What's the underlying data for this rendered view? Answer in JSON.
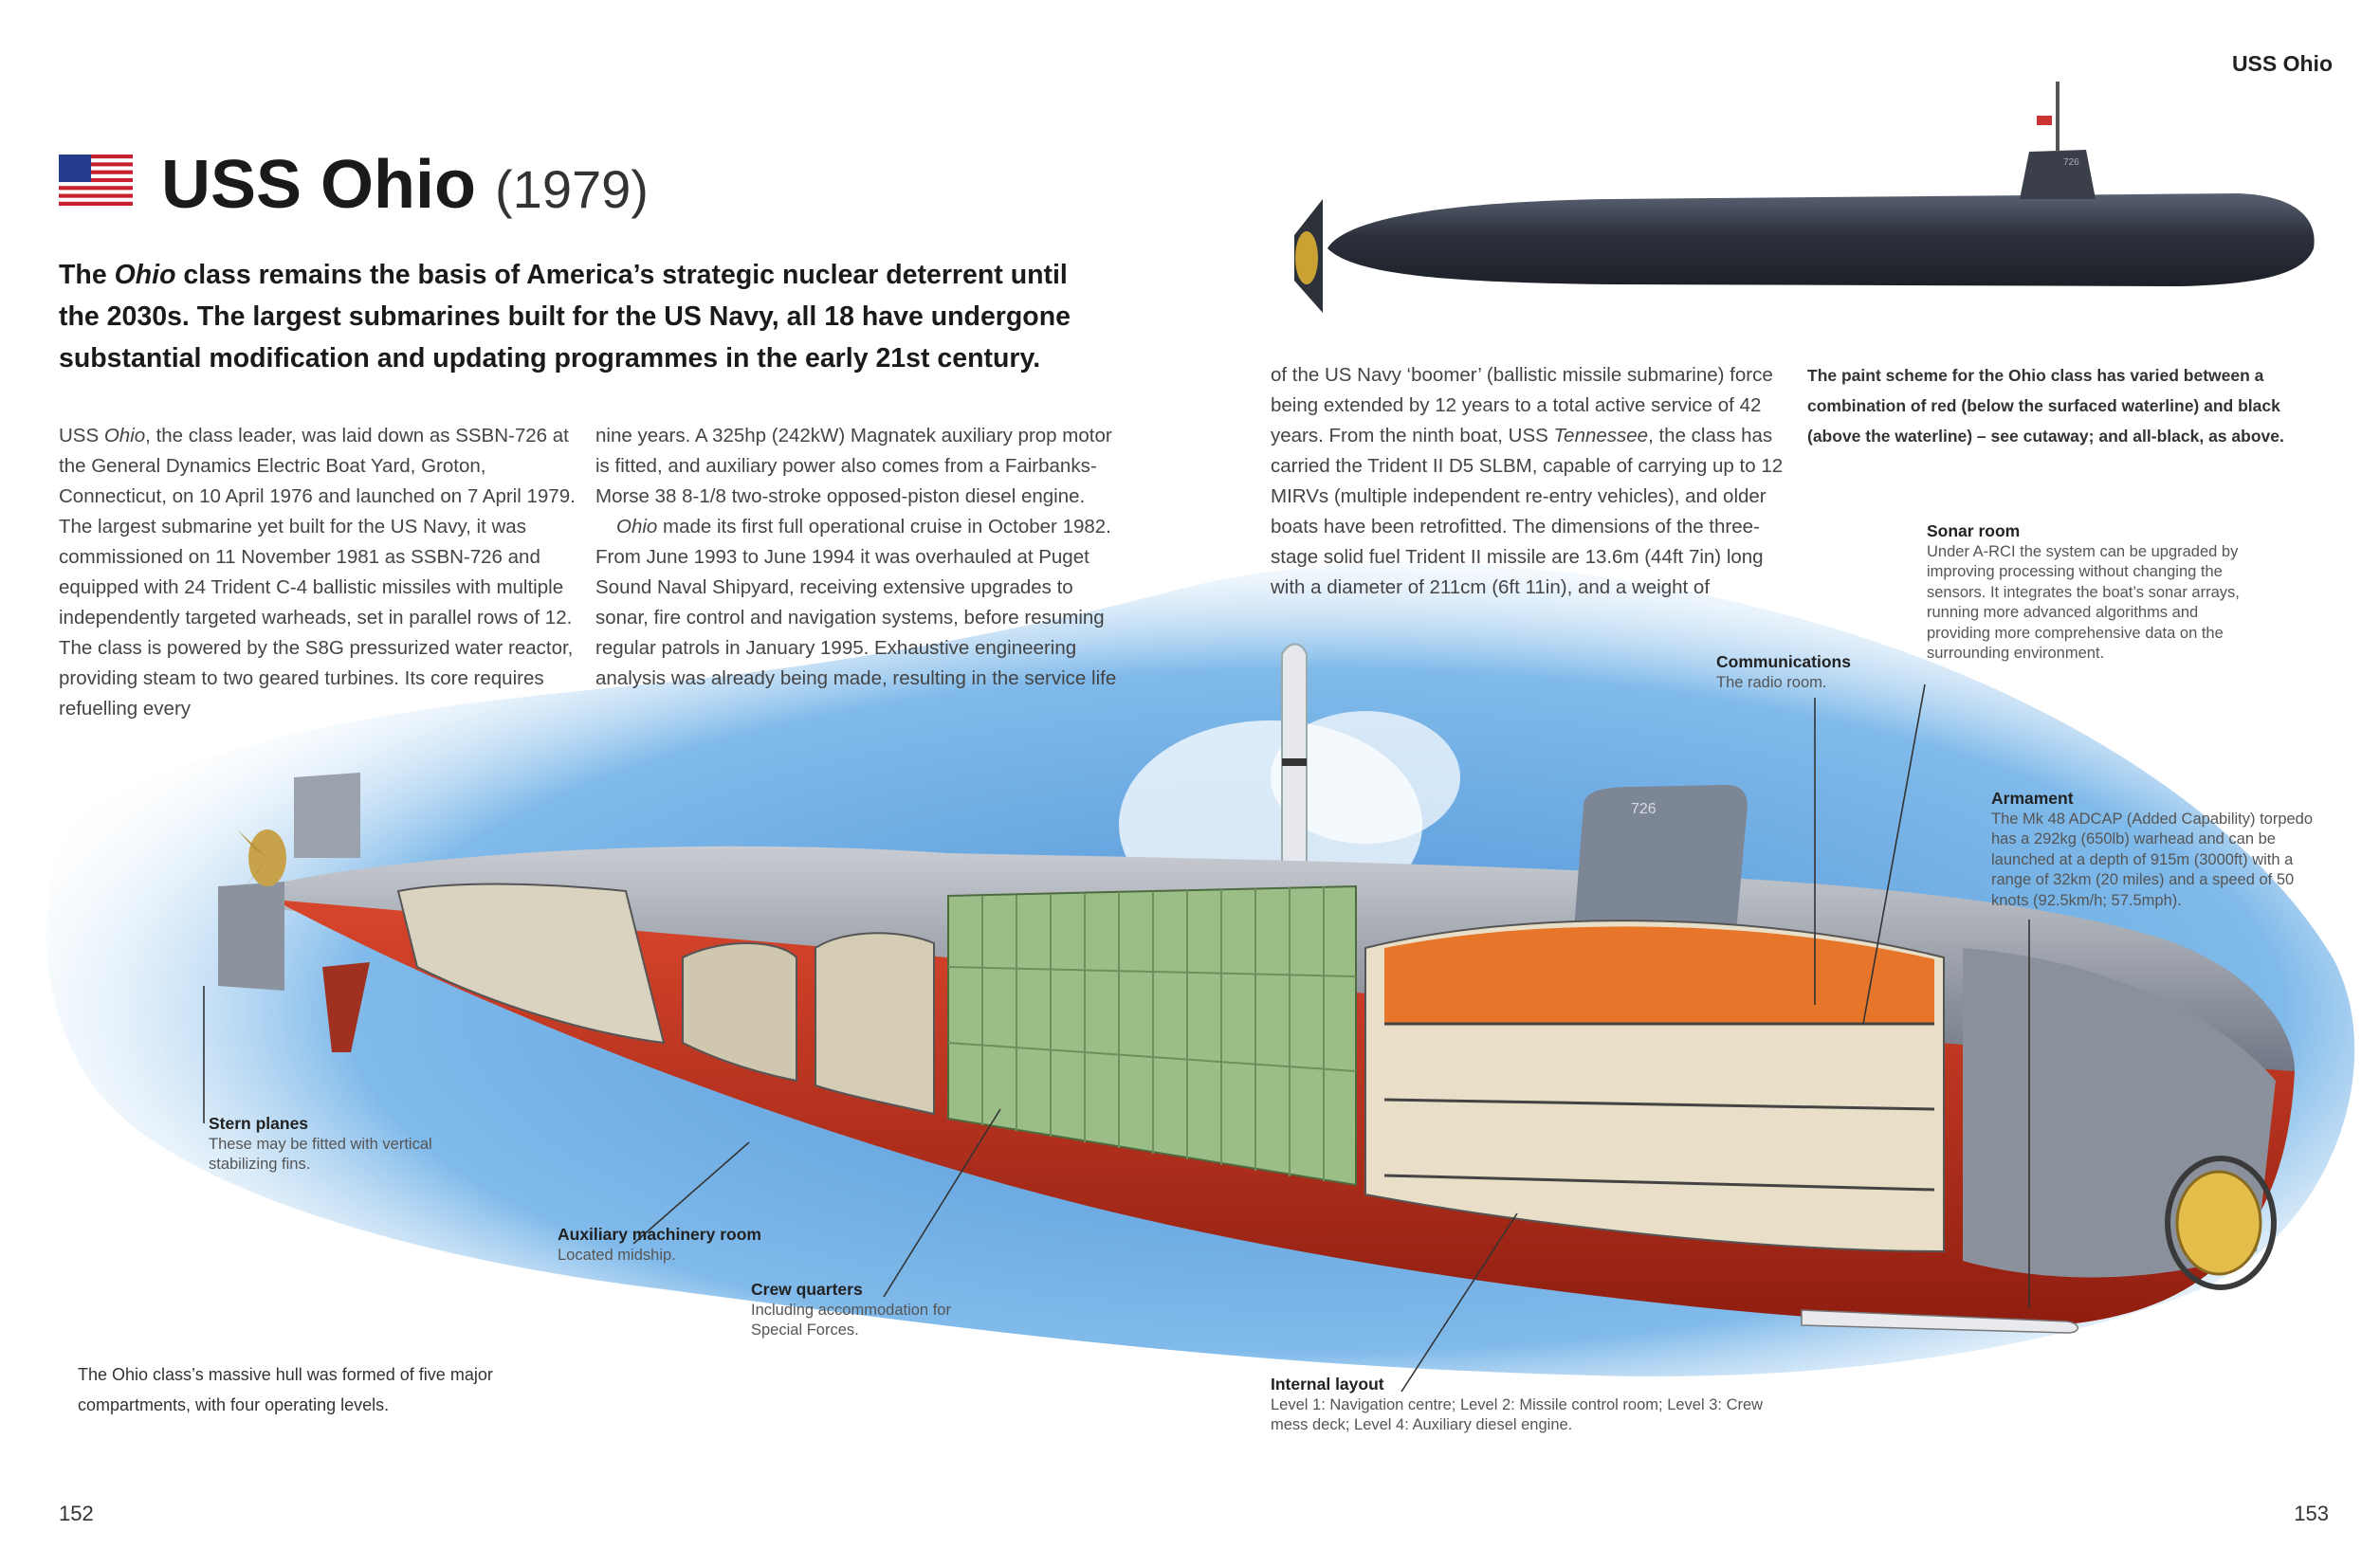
{
  "running_head": "USS Ohio",
  "title": {
    "name": "USS Ohio",
    "year": "(1979)"
  },
  "lead_parts": [
    "The ",
    "Ohio",
    " class remains the basis of America’s strategic nuclear deterrent until the 2030s. The largest submarines built for the US Navy, all 18 have undergone substantial modification and updating programmes in the early 21st century."
  ],
  "col1": {
    "a": "USS ",
    "b": "Ohio",
    "c": ", the class leader, was laid down as SSBN-726 at the General Dynamics Electric Boat Yard, Groton, Connecticut, on 10 April 1976 and launched on 7 April 1979. The largest submarine yet built for the US Navy, it was commissioned on 11 November 1981 as SSBN-726 and equipped with 24 Trident C-4 ballistic missiles with multiple independently targeted warheads, set in parallel rows of 12. The class is powered by the S8G pressurized water reactor, providing steam to two geared turbines. Its core requires refuelling every"
  },
  "col2": {
    "p1": "nine years. A 325hp (242kW) Magnatek auxiliary prop motor is fitted, and auxiliary power also comes from a Fairbanks-Morse 38 8-1/8 two-stroke opposed-piston diesel engine.",
    "p2a": "Ohio",
    "p2b": " made its first full operational cruise in October 1982. From June 1993 to June 1994 it was overhauled at Puget Sound Naval Shipyard, receiving extensive upgrades to sonar, fire control and navigation systems, before resuming regular patrols in January 1995. Exhaustive engineering analysis was already being made, resulting in the service life"
  },
  "col3": {
    "a": "of the US Navy ‘boomer’ (ballistic missile submarine) force being extended by 12 years to a total active service of 42 years. From the ninth boat, USS ",
    "b": "Tennessee",
    "c": ", the class has carried the Trident II D5 SLBM, capable of carrying up to 12 MIRVs (multiple independent re-entry vehicles), and older boats have been retrofitted. The dimensions of the three-stage solid fuel Trident II missile are 13.6m (44ft 7in) long with a diameter of 211cm (6ft 11in), and a weight of"
  },
  "paint_caption": "The paint scheme for the Ohio class has varied between a combination of red (below the surfaced waterline) and black (above the waterline) – see cutaway; and all-black, as above.",
  "hull_caption": "The Ohio class’s massive hull was formed of five major compartments, with four operating levels.",
  "page_left": "152",
  "page_right": "153",
  "sail_number": "726",
  "labels": {
    "sonar": {
      "title": "Sonar room",
      "text": "Under A-RCI the system can be upgraded by improving processing without changing the sensors. It integrates the boat’s sonar arrays, running more advanced algorithms and providing more comprehensive data on the surrounding environment."
    },
    "comm": {
      "title": "Communications",
      "text": "The radio room."
    },
    "arm": {
      "title": "Armament",
      "text": "The Mk 48 ADCAP (Added Capability) torpedo has a 292kg (650lb) warhead and can be launched at a depth of 915m (3000ft) with a range of 32km (20 miles) and a speed of 50 knots (92.5km/h; 57.5mph)."
    },
    "stern": {
      "title": "Stern planes",
      "text": "These may be fitted with vertical stabilizing fins."
    },
    "aux": {
      "title": "Auxiliary machinery room",
      "text": "Located midship."
    },
    "crew": {
      "title": "Crew quarters",
      "text": "Including accommodation for Special Forces."
    },
    "internal": {
      "title": "Internal layout",
      "text": "Level 1: Navigation centre; Level 2: Missile control room; Level 3: Crew mess deck; Level 4: Auxiliary diesel engine."
    }
  },
  "colors": {
    "hull_black": "#3c4250",
    "hull_red": "#c8321e",
    "sea": "#4b93d6",
    "missile_tubes": "#9bbd86",
    "interior_orange": "#e8762a"
  }
}
